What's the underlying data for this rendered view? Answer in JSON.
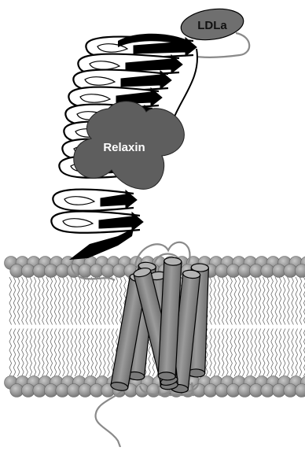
{
  "labels": {
    "ldla": "LDLa",
    "relaxin": "Relaxin"
  },
  "colors": {
    "background": "#ffffff",
    "outline": "#000000",
    "ldla_domain": "#6f6f6f",
    "ligand": "#5e5e5e",
    "helix_fill": "#8a8a8a",
    "helix_cap": "#b3b3b3",
    "lipid_head": "#8c8c8c",
    "lipid_tail": "#6a6a6a",
    "loop": "#8a8a8a"
  },
  "components": {
    "leucine_rich_repeats": 10,
    "transmembrane_helices": 7
  }
}
